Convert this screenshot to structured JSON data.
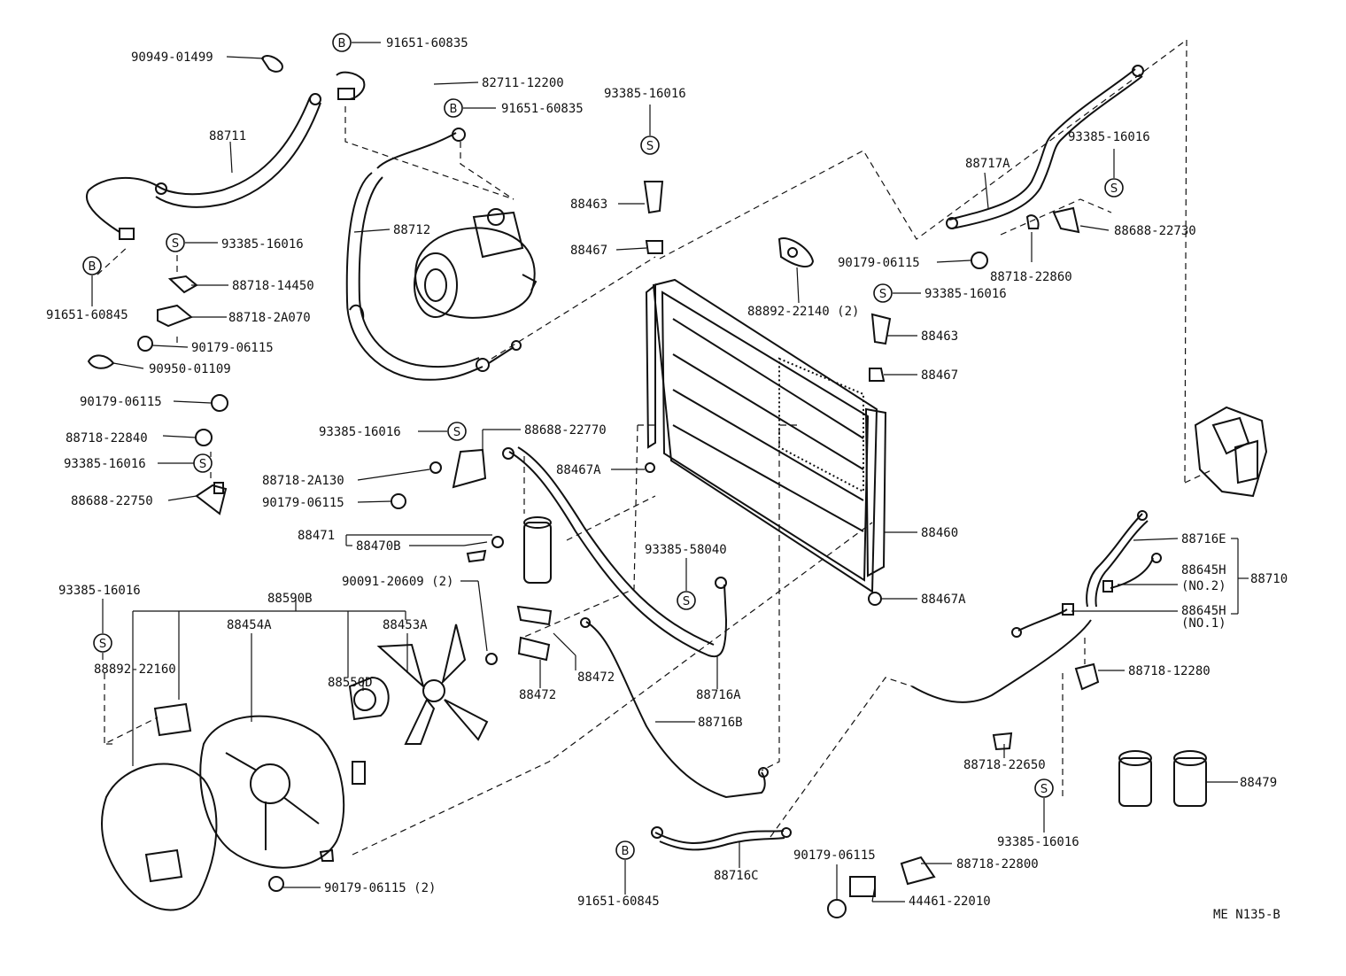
{
  "figure_code": "ME N135-B",
  "marker_letters": {
    "bolt": "B",
    "screw": "S"
  },
  "callouts": {
    "c01": "90949-01499",
    "c02": "91651-60835",
    "c03": "82711-12200",
    "c04": "91651-60835",
    "c05": "93385-16016",
    "c06": "88711",
    "c07": "88712",
    "c08": "93385-16016",
    "c09": "91651-60845",
    "c10": "88718-14450",
    "c11": "88718-2A070",
    "c12": "90179-06115",
    "c13": "90950-01109",
    "c14": "90179-06115",
    "c15": "88718-22840",
    "c16": "93385-16016",
    "c17": "88688-22750",
    "c18": "93385-16016",
    "c19": "88688-22770",
    "c20": "88718-2A130",
    "c21": "90179-06115",
    "c22": "88471",
    "c23": "88470B",
    "c24": "88463",
    "c25": "88467",
    "c26": "88467A",
    "c27": "88892-22140 (2)",
    "c28": "88717A",
    "c29": "93385-16016",
    "c30": "88688-22730",
    "c31": "90179-06115",
    "c32": "88718-22860",
    "c33": "93385-16016",
    "c34": "88463",
    "c35": "88467",
    "c36": "88460",
    "c37": "93385-58040",
    "c38": "88467A",
    "c39": "88716E",
    "c40": "88645H",
    "c41": "(NO.2)",
    "c42": "88710",
    "c43": "88645H",
    "c44": "(NO.1)",
    "c45": "88718-12280",
    "c46": "88718-22650",
    "c47": "88479",
    "c48": "93385-16016",
    "c49": "93385-16016",
    "c50": "88590B",
    "c51": "88454A",
    "c52": "88453A",
    "c53": "88892-22160",
    "c54": "88550D",
    "c55": "90091-20609 (2)",
    "c56": "88472",
    "c57": "88472",
    "c58": "88716A",
    "c59": "88716B",
    "c60": "90179-06115 (2)",
    "c61": "91651-60845",
    "c62": "88716C",
    "c63": "90179-06115",
    "c64": "88718-22800",
    "c65": "44461-22010"
  }
}
